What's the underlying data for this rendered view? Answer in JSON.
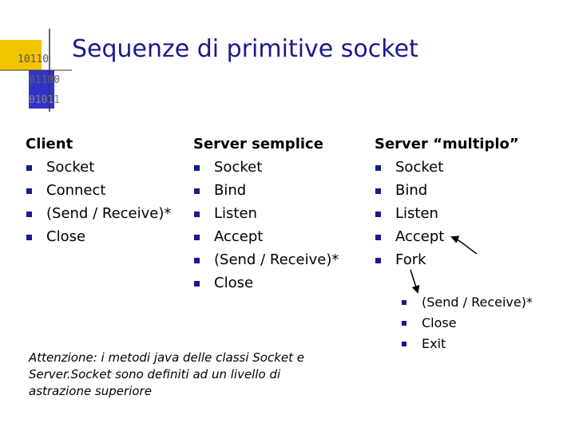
{
  "header": {
    "logo_lines": [
      "10110",
      "01100",
      "01011"
    ],
    "title": "Sequenze di primitive socket"
  },
  "columns": [
    {
      "heading": "Client",
      "items": [
        "Socket",
        "Connect",
        "(Send / Receive)*",
        "Close"
      ]
    },
    {
      "heading": "Server semplice",
      "items": [
        "Socket",
        "Bind",
        "Listen",
        "Accept",
        "(Send / Receive)*",
        "Close"
      ]
    },
    {
      "heading": "Server “multiplo”",
      "items": [
        "Socket",
        "Bind",
        "Listen",
        "Accept",
        "Fork"
      ]
    }
  ],
  "fork_sublist": [
    "(Send / Receive)*",
    "Close",
    "Exit"
  ],
  "note": "Attenzione: i metodi java delle classi Socket e Server.Socket sono definiti ad un livello di astrazione superiore",
  "colors": {
    "title": "#1a1a8c",
    "bullet": "#1a1a8c",
    "logo_yellow": "#f2c400",
    "logo_blue": "#3333cc"
  }
}
